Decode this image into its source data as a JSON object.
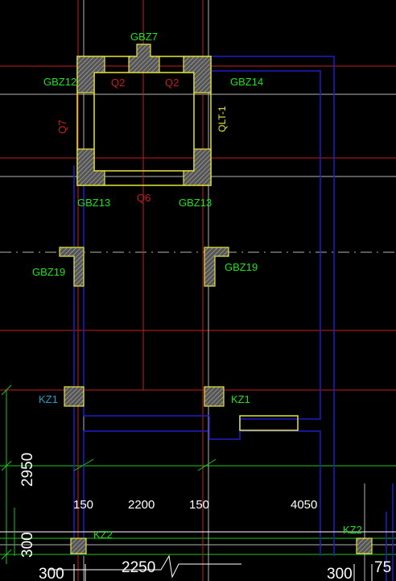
{
  "drawing": {
    "labels": {
      "gbz7": "GBZ7",
      "gbz12": "GBZ12",
      "gbz14": "GBZ14",
      "gbz13_left": "GBZ13",
      "gbz13_right": "GBZ13",
      "gbz19_left": "GBZ19",
      "gbz19_right": "GBZ19",
      "q2_left": "Q2",
      "q2_right": "Q2",
      "q7": "Q7",
      "q6": "Q6",
      "qlt1": "QLT-1",
      "kz1_left": "KZ1",
      "kz1_right": "KZ1",
      "kz2_left": "KZ2",
      "kz2_right": "KZ2"
    },
    "dimensions": {
      "d150_left": "150",
      "d2200": "2200",
      "d150_right": "150",
      "d4050": "4050",
      "d2950": "2950",
      "d300_vertical": "300",
      "d300_bottom_left": "300",
      "d2250": "2250",
      "d300_bottom_right": "300",
      "d75": "75"
    },
    "colors": {
      "background": "#000000",
      "gridline": "#b4b4b4",
      "axis_red": "#c81e1e",
      "wall_blue": "#1e1ec8",
      "column_yellow": "#e6e632",
      "text_green": "#19e619",
      "dim_green": "#19c819"
    }
  }
}
